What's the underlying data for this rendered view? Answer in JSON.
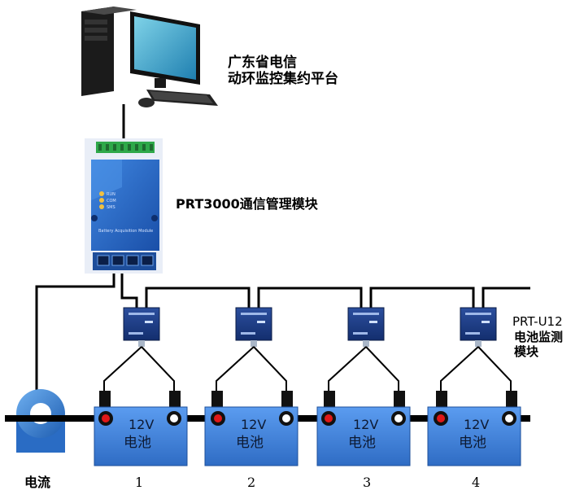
{
  "platform": {
    "line1": "广东省电信",
    "line2": "动环监控集约平台"
  },
  "comm_module": {
    "label": "PRT3000通信管理模块",
    "device_text": "Battery Acquisition Module",
    "leds": [
      "RUN",
      "COM",
      "SMS"
    ]
  },
  "monitor_module": {
    "line1": "PRT-U12",
    "line2": "电池监测",
    "line3": "模块"
  },
  "current_sensor": {
    "label": "电流"
  },
  "batteries": [
    {
      "voltage": "12V",
      "name": "电池",
      "number": "1"
    },
    {
      "voltage": "12V",
      "name": "电池",
      "number": "2"
    },
    {
      "voltage": "12V",
      "name": "电池",
      "number": "3"
    },
    {
      "voltage": "12V",
      "name": "电池",
      "number": "4"
    }
  ],
  "colors": {
    "battery_fill": "#3b7fd6",
    "module_fill": "#1f3c8a",
    "comm_fill": "#2c6cc7",
    "terminal_red": "#e01818",
    "line": "#000000"
  }
}
